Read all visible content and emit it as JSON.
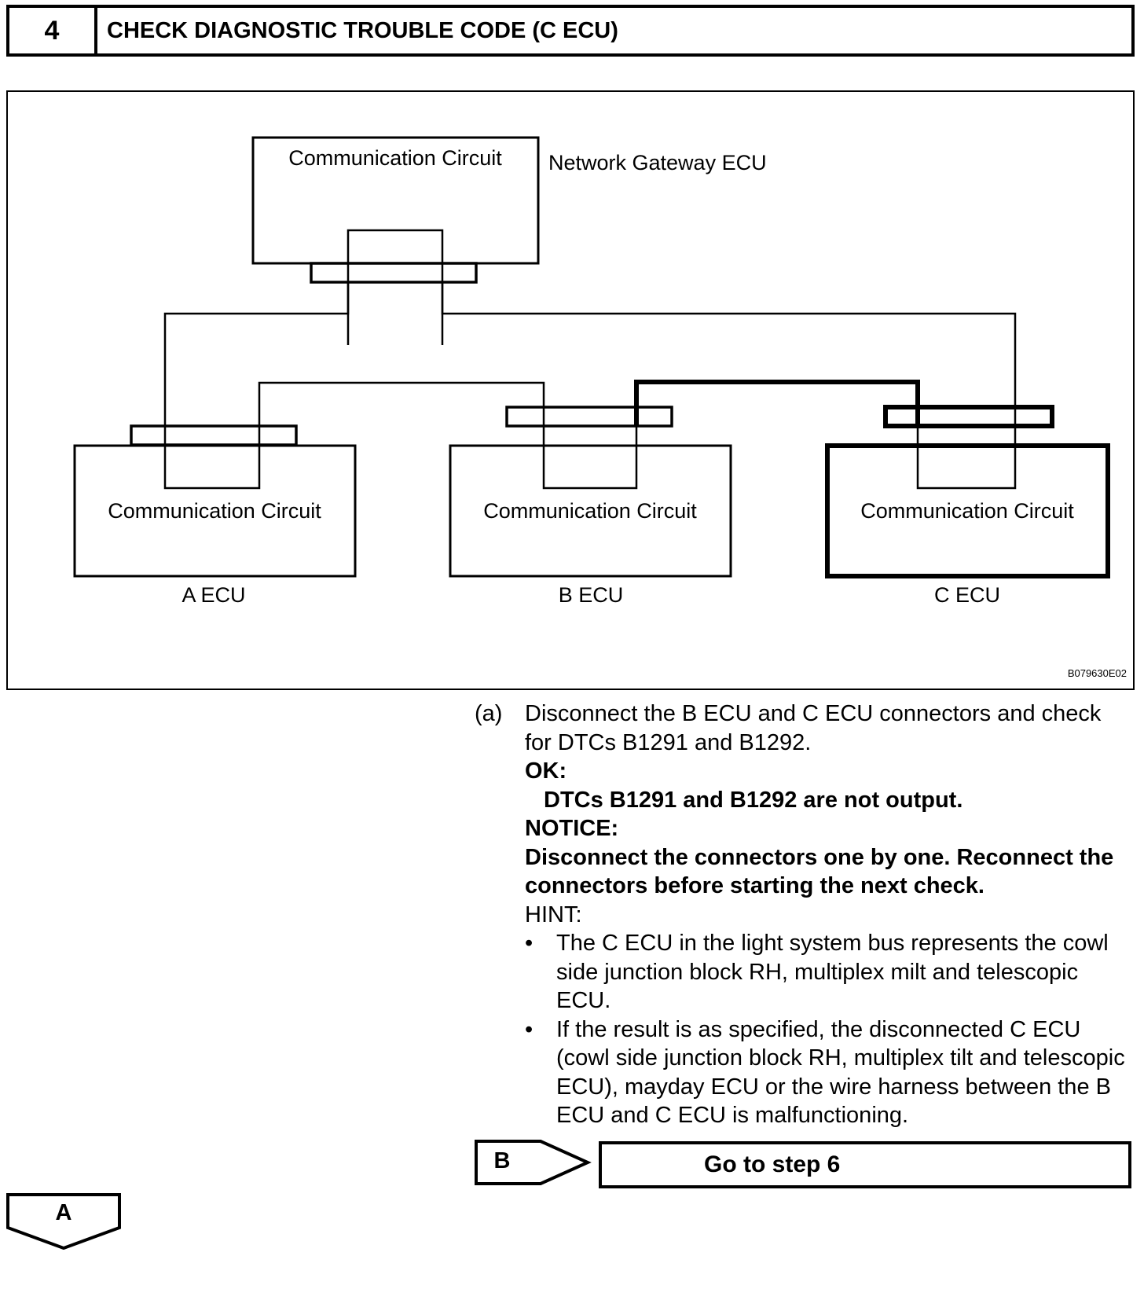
{
  "header": {
    "step_number": "4",
    "title": "CHECK DIAGNOSTIC TROUBLE CODE (C ECU)"
  },
  "figure": {
    "gateway_circuit": "Communication Circuit",
    "gateway_label": "Network Gateway ECU",
    "a_circuit": "Communication Circuit",
    "a_label": "A ECU",
    "b_circuit": "Communication Circuit",
    "b_label": "B ECU",
    "c_circuit": "Communication Circuit",
    "c_label": "C ECU",
    "figure_id": "B079630E02"
  },
  "instructions": {
    "step_label": "(a)",
    "step_text": "Disconnect the B ECU and C ECU connectors and check for DTCs B1291 and B1292.",
    "ok_label": "OK:",
    "ok_text": "DTCs B1291 and B1292 are not output.",
    "notice_label": "NOTICE:",
    "notice_text": "Disconnect the connectors one by one. Reconnect the connectors before starting the next check.",
    "hint_label": "HINT:",
    "bullet_char": "•",
    "hints": [
      "The C ECU in the light system bus represents the cowl side junction block RH, multiplex milt and telescopic ECU.",
      "If the result is as specified, the disconnected C ECU (cowl side junction block RH, multiplex tilt and telescopic ECU), mayday ECU or the wire harness between the B ECU and C ECU is malfunctioning."
    ]
  },
  "branches": {
    "b_label": "B",
    "b_action": "Go to step 6",
    "a_label": "A"
  }
}
